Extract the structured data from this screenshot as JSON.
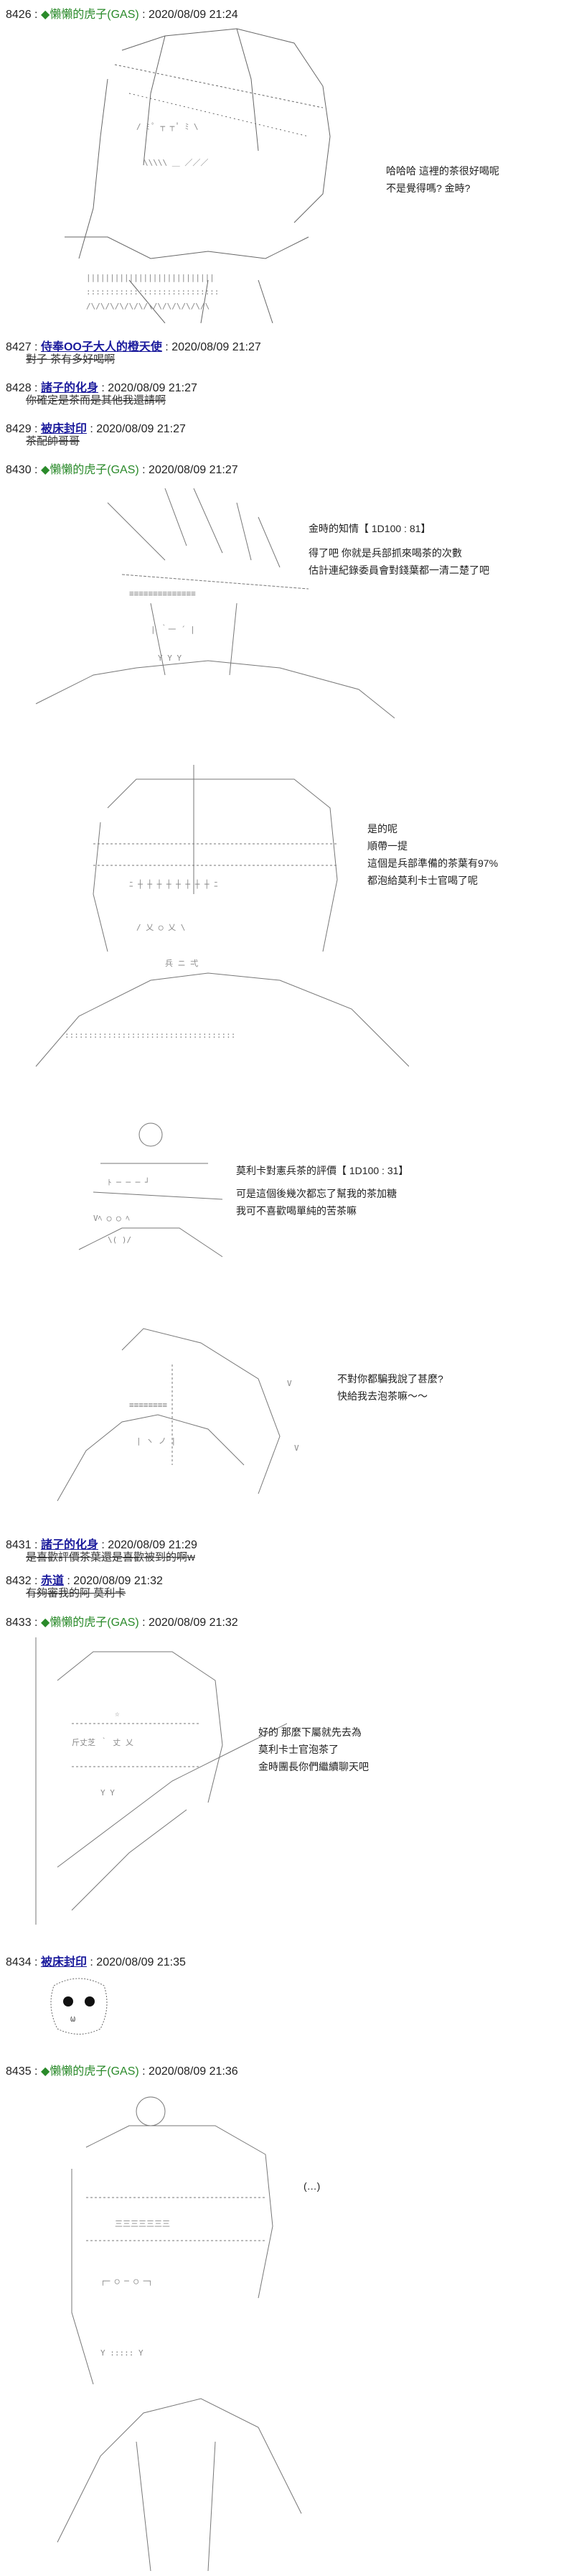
{
  "posts": [
    {
      "num": "8426 :",
      "name": "◆懶懶的虎子(GAS)",
      "date": ": 2020/08/09 21:24",
      "lines": [
        "哈哈哈 這裡的茶很好喝呢",
        "不是覺得嗎? 金時?"
      ]
    },
    {
      "num": "8427 :",
      "name": "侍奉OO子大人的橙天使",
      "date": ": 2020/08/09 21:27",
      "reply": "對子 茶有多好喝啊"
    },
    {
      "num": "8428 :",
      "name": "諸子的化身",
      "date": ": 2020/08/09 21:27",
      "reply": "你確定是茶而是其他我還請啊"
    },
    {
      "num": "8429 :",
      "name": "被床封印",
      "date": ": 2020/08/09 21:27",
      "reply": "茶配帥哥哥"
    },
    {
      "num": "8430 :",
      "name": "◆懶懶的虎子(GAS)",
      "date": ": 2020/08/09 21:27",
      "block1": [
        "金時的知情【 1D100 : 81】",
        "得了吧 你就是兵部抓來喝茶的次數",
        "估計連紀錄委員會對錢葉都一清二楚了吧"
      ],
      "block2": [
        "是的呢",
        "順帶一提",
        "這個是兵部準備的茶葉有97%",
        "都泡給莫利卡士官喝了呢"
      ],
      "block3": [
        "莫利卡對憲兵茶的評價【 1D100 : 31】",
        "可是這個後幾次都忘了幫我的茶加糖",
        "我可不喜歡喝單純的苦茶嘛"
      ],
      "block4": [
        "不對你都騙我說了甚麼?",
        "快給我去泡茶嘛～～"
      ]
    },
    {
      "num": "8431 :",
      "name": "諸子的化身",
      "date": ": 2020/08/09 21:29",
      "reply": "是喜歡評價茶葉還是喜歡被到的啊w"
    },
    {
      "num": "8432 :",
      "name": "赤道",
      "date": ": 2020/08/09 21:32",
      "reply": "有夠審我的阿 莫利卡"
    },
    {
      "num": "8433 :",
      "name": "◆懶懶的虎子(GAS)",
      "date": ": 2020/08/09 21:32",
      "lines": [
        "好的 那麼下屬就先去為",
        "莫利卡士官泡茶了",
        "金時團長你們繼續聊天吧"
      ]
    },
    {
      "num": "8434 :",
      "name": "被床封印",
      "date": ": 2020/08/09 21:35"
    },
    {
      "num": "8435 :",
      "name": "◆懶懶的虎子(GAS)",
      "date": ": 2020/08/09 21:36",
      "lines": [
        "(…)"
      ]
    }
  ],
  "colors": {
    "trip": "#2a8a2a",
    "link": "#1a1a9c",
    "text": "#222222"
  }
}
